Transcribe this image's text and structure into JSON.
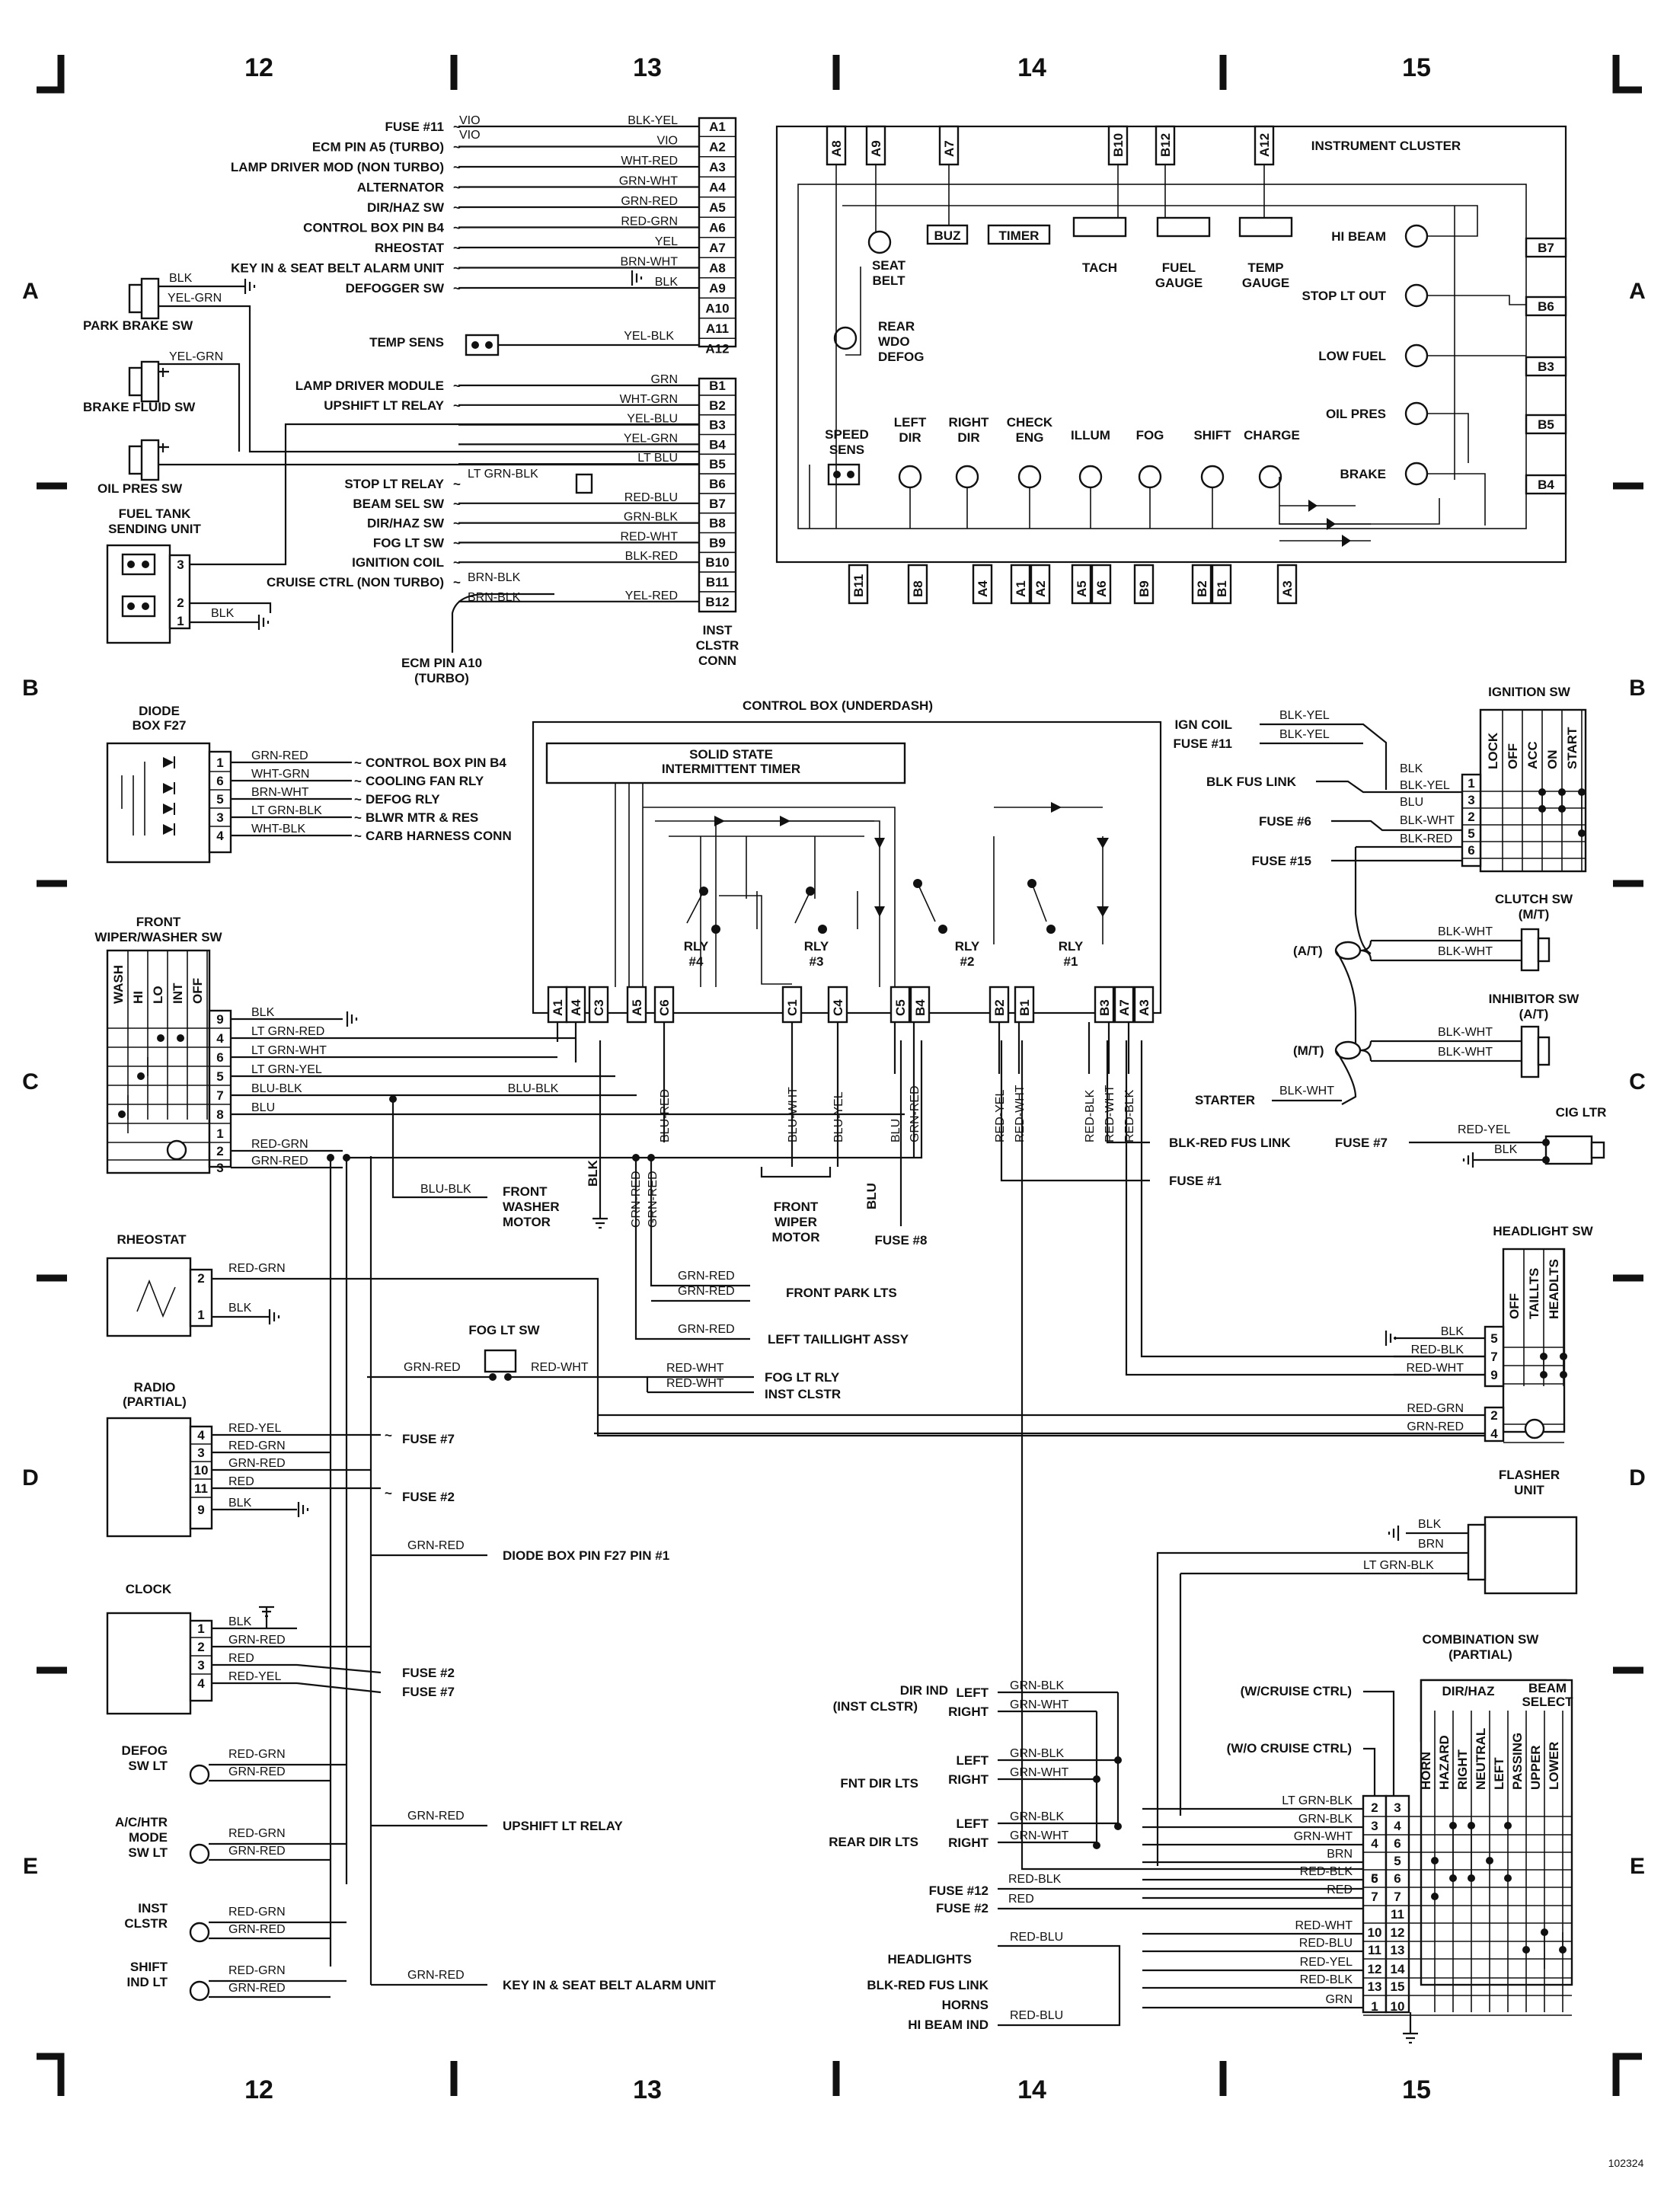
{
  "grid": {
    "cols": [
      "12",
      "13",
      "14",
      "15"
    ],
    "rows": [
      "A",
      "B",
      "C",
      "D",
      "E"
    ]
  },
  "top_connector": {
    "labels": [
      "FUSE #11",
      "ECM PIN A5 (TURBO)",
      "LAMP DRIVER MOD (NON TURBO)",
      "ALTERNATOR",
      "DIR/HAZ SW",
      "CONTROL BOX PIN B4",
      "RHEOSTAT",
      "KEY IN & SEAT BELT ALARM UNIT",
      "DEFOGGER SW"
    ],
    "wires_a": [
      "BLK-YEL",
      "VIO",
      "WHT-RED",
      "GRN-WHT",
      "GRN-RED",
      "RED-GRN",
      "YEL",
      "BRN-WHT",
      "BLK"
    ],
    "vio_tags": [
      "VIO",
      "VIO"
    ],
    "pins_a": [
      "A1",
      "A2",
      "A3",
      "A4",
      "A5",
      "A6",
      "A7",
      "A8",
      "A9",
      "A10",
      "A11",
      "A12"
    ],
    "temp_sens": "TEMP SENS",
    "temp_wire": "YEL-BLK",
    "pins_b": [
      "B1",
      "B2",
      "B3",
      "B4",
      "B5",
      "B6",
      "B7",
      "B8",
      "B9",
      "B10",
      "B11",
      "B12"
    ],
    "labels_b": [
      "LAMP DRIVER MODULE",
      "UPSHIFT LT RELAY",
      "STOP LT RELAY",
      "BEAM SEL SW",
      "DIR/HAZ SW",
      "FOG LT SW",
      "IGNITION COIL",
      "CRUISE CTRL (NON TURBO)"
    ],
    "wires_b": [
      "GRN",
      "WHT-GRN",
      "YEL-BLU",
      "YEL-GRN",
      "LT BLU",
      "LT GRN-BLK",
      "RED-BLU",
      "GRN-BLK",
      "RED-WHT",
      "BLK-RED",
      "BRN-BLK",
      "YEL-RED"
    ],
    "stop_wire": "LT GRN-BLK",
    "brn_blk_1": "BRN-BLK",
    "brn_blk_2": "BRN-BLK",
    "ecm_a10": "ECM PIN A10",
    "turbo": "(TURBO)",
    "inst_conn": [
      "INST",
      "CLSTR",
      "CONN"
    ]
  },
  "left_top": {
    "park_brake": "PARK BRAKE SW",
    "brake_fluid": "BRAKE FLUID SW",
    "oil_pres": "OIL PRES SW",
    "fuel_tank": [
      "FUEL TANK",
      "SENDING UNIT"
    ],
    "blk": "BLK",
    "yel_grn": "YEL-GRN",
    "yel_grn2": "YEL-GRN",
    "fuel_pins": [
      "3",
      "2",
      "1"
    ],
    "fuel_blk": "BLK"
  },
  "cluster": {
    "title": "INSTRUMENT CLUSTER",
    "top_pins": [
      "A8",
      "A9",
      "A7",
      "B10",
      "B12",
      "A12"
    ],
    "right_pins": [
      "B7",
      "B6",
      "B3",
      "B5",
      "B4"
    ],
    "bottom_pins": [
      "B11",
      "B8",
      "A4",
      "A1",
      "A2",
      "A5",
      "A6",
      "B9",
      "B2",
      "B1",
      "A3"
    ],
    "labels": {
      "seat_belt": [
        "SEAT",
        "BELT"
      ],
      "buz": "BUZ",
      "timer": "TIMER",
      "tach": "TACH",
      "fuel_gauge": [
        "FUEL",
        "GAUGE"
      ],
      "temp_gauge": [
        "TEMP",
        "GAUGE"
      ],
      "hi_beam": "HI BEAM",
      "stop_lt_out": "STOP LT OUT",
      "low_fuel": "LOW FUEL",
      "oil_pres": "OIL PRES",
      "brake": "BRAKE",
      "rear_wdo": [
        "REAR",
        "WDO",
        "DEFOG"
      ],
      "speed_sens": [
        "SPEED",
        "SENS"
      ],
      "left_dir": [
        "LEFT",
        "DIR"
      ],
      "right_dir": [
        "RIGHT",
        "DIR"
      ],
      "check_eng": [
        "CHECK",
        "ENG"
      ],
      "illum": "ILLUM",
      "fog": "FOG",
      "shift": "SHIFT",
      "charge": "CHARGE"
    }
  },
  "diode_box": {
    "title": [
      "DIODE",
      "BOX F27"
    ],
    "pins": [
      "1",
      "6",
      "5",
      "3",
      "4"
    ],
    "wires": [
      "GRN-RED",
      "WHT-GRN",
      "BRN-WHT",
      "LT GRN-BLK",
      "WHT-BLK"
    ],
    "dests": [
      "CONTROL BOX PIN B4",
      "COOLING FAN RLY",
      "DEFOG RLY",
      "BLWR MTR & RES",
      "CARB HARNESS CONN"
    ]
  },
  "control_box": {
    "title": "CONTROL BOX (UNDERDASH)",
    "timer": [
      "SOLID STATE",
      "INTERMITTENT TIMER"
    ],
    "relays": [
      "RLY",
      "#4",
      "RLY",
      "#3",
      "RLY",
      "#2",
      "RLY",
      "#1"
    ],
    "pins": [
      "A1",
      "A4",
      "C3",
      "A5",
      "C6",
      "C1",
      "C4",
      "C5",
      "B4",
      "B2",
      "B1",
      "B3",
      "A7",
      "A3"
    ],
    "vert_wires": [
      "BLU-RED",
      "BLU-WHT",
      "BLU-YEL",
      "BLU",
      "GRN-RED",
      "RED-YEL",
      "RED-WHT",
      "RED-BLK",
      "RED-WHT",
      "RED-BLK"
    ],
    "blk": "BLK",
    "grn_red_a": "GRN-RED",
    "grn_red_b": "GRN-RED",
    "blu_fuse": "BLU",
    "fuse8": "FUSE #8",
    "front_wiper_motor": [
      "FRONT",
      "WIPER",
      "MOTOR"
    ],
    "front_washer": [
      "FRONT",
      "WASHER",
      "MOTOR"
    ],
    "blu_blk": "BLU-BLK",
    "blu_blk2": "BLU-BLK",
    "blk_red_fus": "BLK-RED FUS LINK",
    "fuse1": "FUSE #1"
  },
  "wiper_sw": {
    "title": [
      "FRONT",
      "WIPER/WASHER SW"
    ],
    "cols": [
      "WASH",
      "HI",
      "LO",
      "INT",
      "OFF"
    ],
    "pins": [
      "9",
      "4",
      "6",
      "5",
      "7",
      "8",
      "1",
      "2",
      "3"
    ],
    "wires": [
      "BLK",
      "LT GRN-RED",
      "LT GRN-WHT",
      "LT GRN-YEL",
      "BLU-BLK",
      "BLU",
      "RED-GRN",
      "GRN-RED"
    ]
  },
  "rheostat": {
    "title": "RHEOSTAT",
    "pins": [
      "2",
      "1"
    ],
    "wires": [
      "RED-GRN",
      "BLK"
    ]
  },
  "fog_sw": {
    "title": "FOG LT SW",
    "w_in": "GRN-RED",
    "w_out": "RED-WHT",
    "w1": "RED-WHT",
    "w2": "RED-WHT",
    "d1": "FOG LT RLY",
    "d2": "INST CLSTR"
  },
  "park_lts": {
    "w1": "GRN-RED",
    "w2": "GRN-RED",
    "dest": "FRONT PARK LTS",
    "w3": "GRN-RED",
    "dest2": "LEFT TAILLIGHT ASSY"
  },
  "radio": {
    "title": [
      "RADIO",
      "(PARTIAL)"
    ],
    "pins": [
      "4",
      "3",
      "10",
      "11",
      "9"
    ],
    "wires": [
      "RED-YEL",
      "RED-GRN",
      "GRN-RED",
      "RED",
      "BLK"
    ],
    "fuse7": "FUSE #7",
    "fuse2": "FUSE #2"
  },
  "clock": {
    "title": "CLOCK",
    "pins": [
      "1",
      "2",
      "3",
      "4"
    ],
    "wires": [
      "BLK",
      "GRN-RED",
      "RED",
      "RED-YEL"
    ],
    "fuse2": "FUSE #2",
    "fuse7": "FUSE #7"
  },
  "diode_pin": {
    "wire": "GRN-RED",
    "dest": "DIODE BOX PIN F27 PIN #1"
  },
  "lights": [
    {
      "label": [
        "DEFOG",
        "SW LT"
      ],
      "w1": "RED-GRN",
      "w2": "GRN-RED"
    },
    {
      "label": [
        "A/C/HTR",
        "MODE",
        "SW LT"
      ],
      "w1": "RED-GRN",
      "w2": "GRN-RED"
    },
    {
      "label": [
        "INST",
        "CLSTR"
      ],
      "w1": "RED-GRN",
      "w2": "GRN-RED"
    },
    {
      "label": [
        "SHIFT",
        "IND LT"
      ],
      "w1": "RED-GRN",
      "w2": "GRN-RED"
    }
  ],
  "upshift": {
    "wire": "GRN-RED",
    "dest": "UPSHIFT LT RELAY"
  },
  "keyin": {
    "wire": "GRN-RED",
    "dest": "KEY IN & SEAT BELT ALARM UNIT"
  },
  "ignition": {
    "title": "IGNITION SW",
    "cols": [
      "LOCK",
      "OFF",
      "ACC",
      "ON",
      "START"
    ],
    "pins": [
      "1",
      "3",
      "2",
      "5",
      "6"
    ],
    "ign_coil": "IGN COIL",
    "fuse11": "FUSE #11",
    "blk_yel1": "BLK-YEL",
    "blk_yel2": "BLK-YEL",
    "blk_fus": "BLK FUS LINK",
    "fuse6": "FUSE #6",
    "fuse15": "FUSE #15",
    "wires": [
      "BLK",
      "BLK-YEL",
      "BLU",
      "BLK-WHT",
      "BLK-RED"
    ]
  },
  "clutch": {
    "title": [
      "CLUTCH SW",
      "(M/T)"
    ],
    "w1": "BLK-WHT",
    "w2": "BLK-WHT",
    "at": "(A/T)"
  },
  "inhibitor": {
    "title": [
      "INHIBITOR SW",
      "(A/T)"
    ],
    "w1": "BLK-WHT",
    "w2": "BLK-WHT",
    "mt": "(M/T)"
  },
  "starter": {
    "label": "STARTER",
    "wire": "BLK-WHT"
  },
  "cig": {
    "title": "CIG LTR",
    "fuse": "FUSE #7",
    "w1": "RED-YEL",
    "w2": "BLK"
  },
  "headlight_sw": {
    "title": "HEADLIGHT SW",
    "cols": [
      "OFF",
      "TAILLTS",
      "HEADLTS"
    ],
    "pins": [
      "5",
      "7",
      "9",
      "2",
      "4"
    ],
    "wires": [
      "BLK",
      "RED-BLK",
      "RED-WHT",
      "RED-GRN",
      "GRN-RED"
    ]
  },
  "flasher": {
    "title": [
      "FLASHER",
      "UNIT"
    ],
    "wires": [
      "BLK",
      "BRN",
      "LT GRN-BLK"
    ]
  },
  "combo": {
    "title": [
      "COMBINATION SW",
      "(PARTIAL)"
    ],
    "w_cruise": "(W/CRUISE CTRL)",
    "wo_cruise": "(W/O CRUISE CTRL)",
    "group1": "DIR/HAZ",
    "group2": [
      "BEAM",
      "SELECT"
    ],
    "cols": [
      "HORN",
      "HAZARD",
      "RIGHT",
      "NEUTRAL",
      "LEFT",
      "PASSING",
      "UPPER",
      "LOWER"
    ],
    "pins_left": [
      "2",
      "3",
      "4",
      "5",
      "6",
      "7",
      "10",
      "11",
      "12",
      "13",
      "1"
    ],
    "pins_right": [
      "3",
      "4",
      "6",
      "5",
      "6",
      "7",
      "11",
      "12",
      "13",
      "14",
      "15",
      "10"
    ],
    "wires": [
      "LT GRN-BLK",
      "GRN-BLK",
      "GRN-WHT",
      "BRN",
      "RED-BLK",
      "RED",
      "RED-WHT",
      "RED-BLU",
      "RED-YEL",
      "RED-BLK",
      "GRN"
    ],
    "dir_ind": [
      "DIR IND",
      "(INST CLSTR)"
    ],
    "fnt_dir": "FNT DIR LTS",
    "rear_dir": "REAR DIR LTS",
    "left": "LEFT",
    "right": "RIGHT",
    "dir_wires": [
      "GRN-BLK",
      "GRN-WHT",
      "GRN-BLK",
      "GRN-WHT",
      "GRN-BLK",
      "GRN-WHT"
    ],
    "fuse12": "FUSE #12",
    "fuse2": "FUSE #2",
    "f12_wire": "RED-BLK",
    "f2_wire": "RED",
    "headlights": "HEADLIGHTS",
    "hl_wire": "RED-BLU",
    "blk_red": "BLK-RED FUS LINK",
    "horns": "HORNS",
    "hi_beam": "HI BEAM IND",
    "hb_wire": "RED-BLU"
  },
  "fig_id": "102324"
}
